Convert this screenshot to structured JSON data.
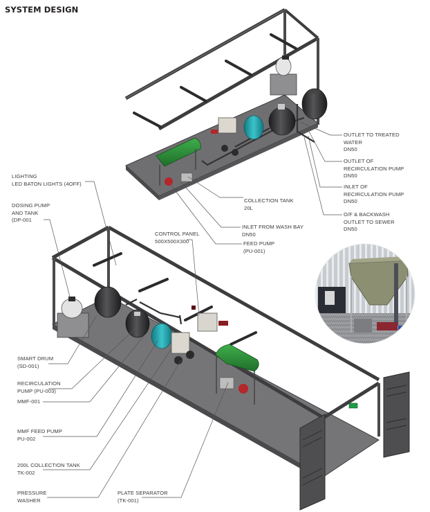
{
  "title": "SYSTEM DESIGN",
  "colors": {
    "frame": "#3d3d3f",
    "floor": "#7a7a7c",
    "floor_dark": "#5c5c5e",
    "tank_green": "#2e8b3a",
    "pump_teal": "#1e9fa8",
    "vessel_black": "#2b2b2d",
    "panel_grey": "#d9d6cf",
    "red_part": "#b3262a",
    "exit_sign": "#1f9a4a"
  },
  "callouts_top": [
    {
      "id": "outlet-treated",
      "lines": [
        "OUTLET TO TREATED",
        "WATER",
        "DN50"
      ]
    },
    {
      "id": "outlet-recirc",
      "lines": [
        "OUTLET OF",
        "RECIRCULATION PUMP",
        "DN50"
      ]
    },
    {
      "id": "inlet-recirc",
      "lines": [
        "INLET OF",
        "RECIRCULATION PUMP",
        "DN50"
      ]
    },
    {
      "id": "backwash",
      "lines": [
        "O/F & BACKWASH",
        "OUTLET TO SEWER",
        "DN50"
      ]
    },
    {
      "id": "collection-tank-20l",
      "lines": [
        "COLLECTION TANK",
        "20L"
      ]
    },
    {
      "id": "inlet-wash-bay",
      "lines": [
        "INLET FROM WASH BAY",
        "DN50"
      ]
    },
    {
      "id": "feed-pump",
      "lines": [
        "FEED PUMP",
        "(PU-001)"
      ]
    }
  ],
  "callouts_bottom": [
    {
      "id": "lighting",
      "lines": [
        "LIGHTING",
        "LED BATON LIGHTS (4OFF)"
      ]
    },
    {
      "id": "dosing",
      "lines": [
        "DOSING PUMP",
        "AND TANK",
        "(DP-001"
      ]
    },
    {
      "id": "control-panel",
      "lines": [
        "CONTROL PANEL",
        "500X500X300"
      ]
    },
    {
      "id": "smart-drum",
      "lines": [
        "SMART DRUM",
        "(SD-001)"
      ]
    },
    {
      "id": "recirc-pump",
      "lines": [
        "RECIRCULATION",
        "PUMP (PU-003)"
      ]
    },
    {
      "id": "mmf",
      "lines": [
        "MMF-001"
      ]
    },
    {
      "id": "mmf-feed",
      "lines": [
        "MMF FEED PUMP",
        "PU-002"
      ]
    },
    {
      "id": "collection-200l",
      "lines": [
        "200L COLLECTION TANK",
        "TK-002"
      ]
    },
    {
      "id": "pressure-washer",
      "lines": [
        "PRESSURE",
        "WASHER"
      ]
    },
    {
      "id": "plate-separator",
      "lines": [
        "PLATE SEPARATOR",
        "(TK-001)"
      ]
    }
  ]
}
